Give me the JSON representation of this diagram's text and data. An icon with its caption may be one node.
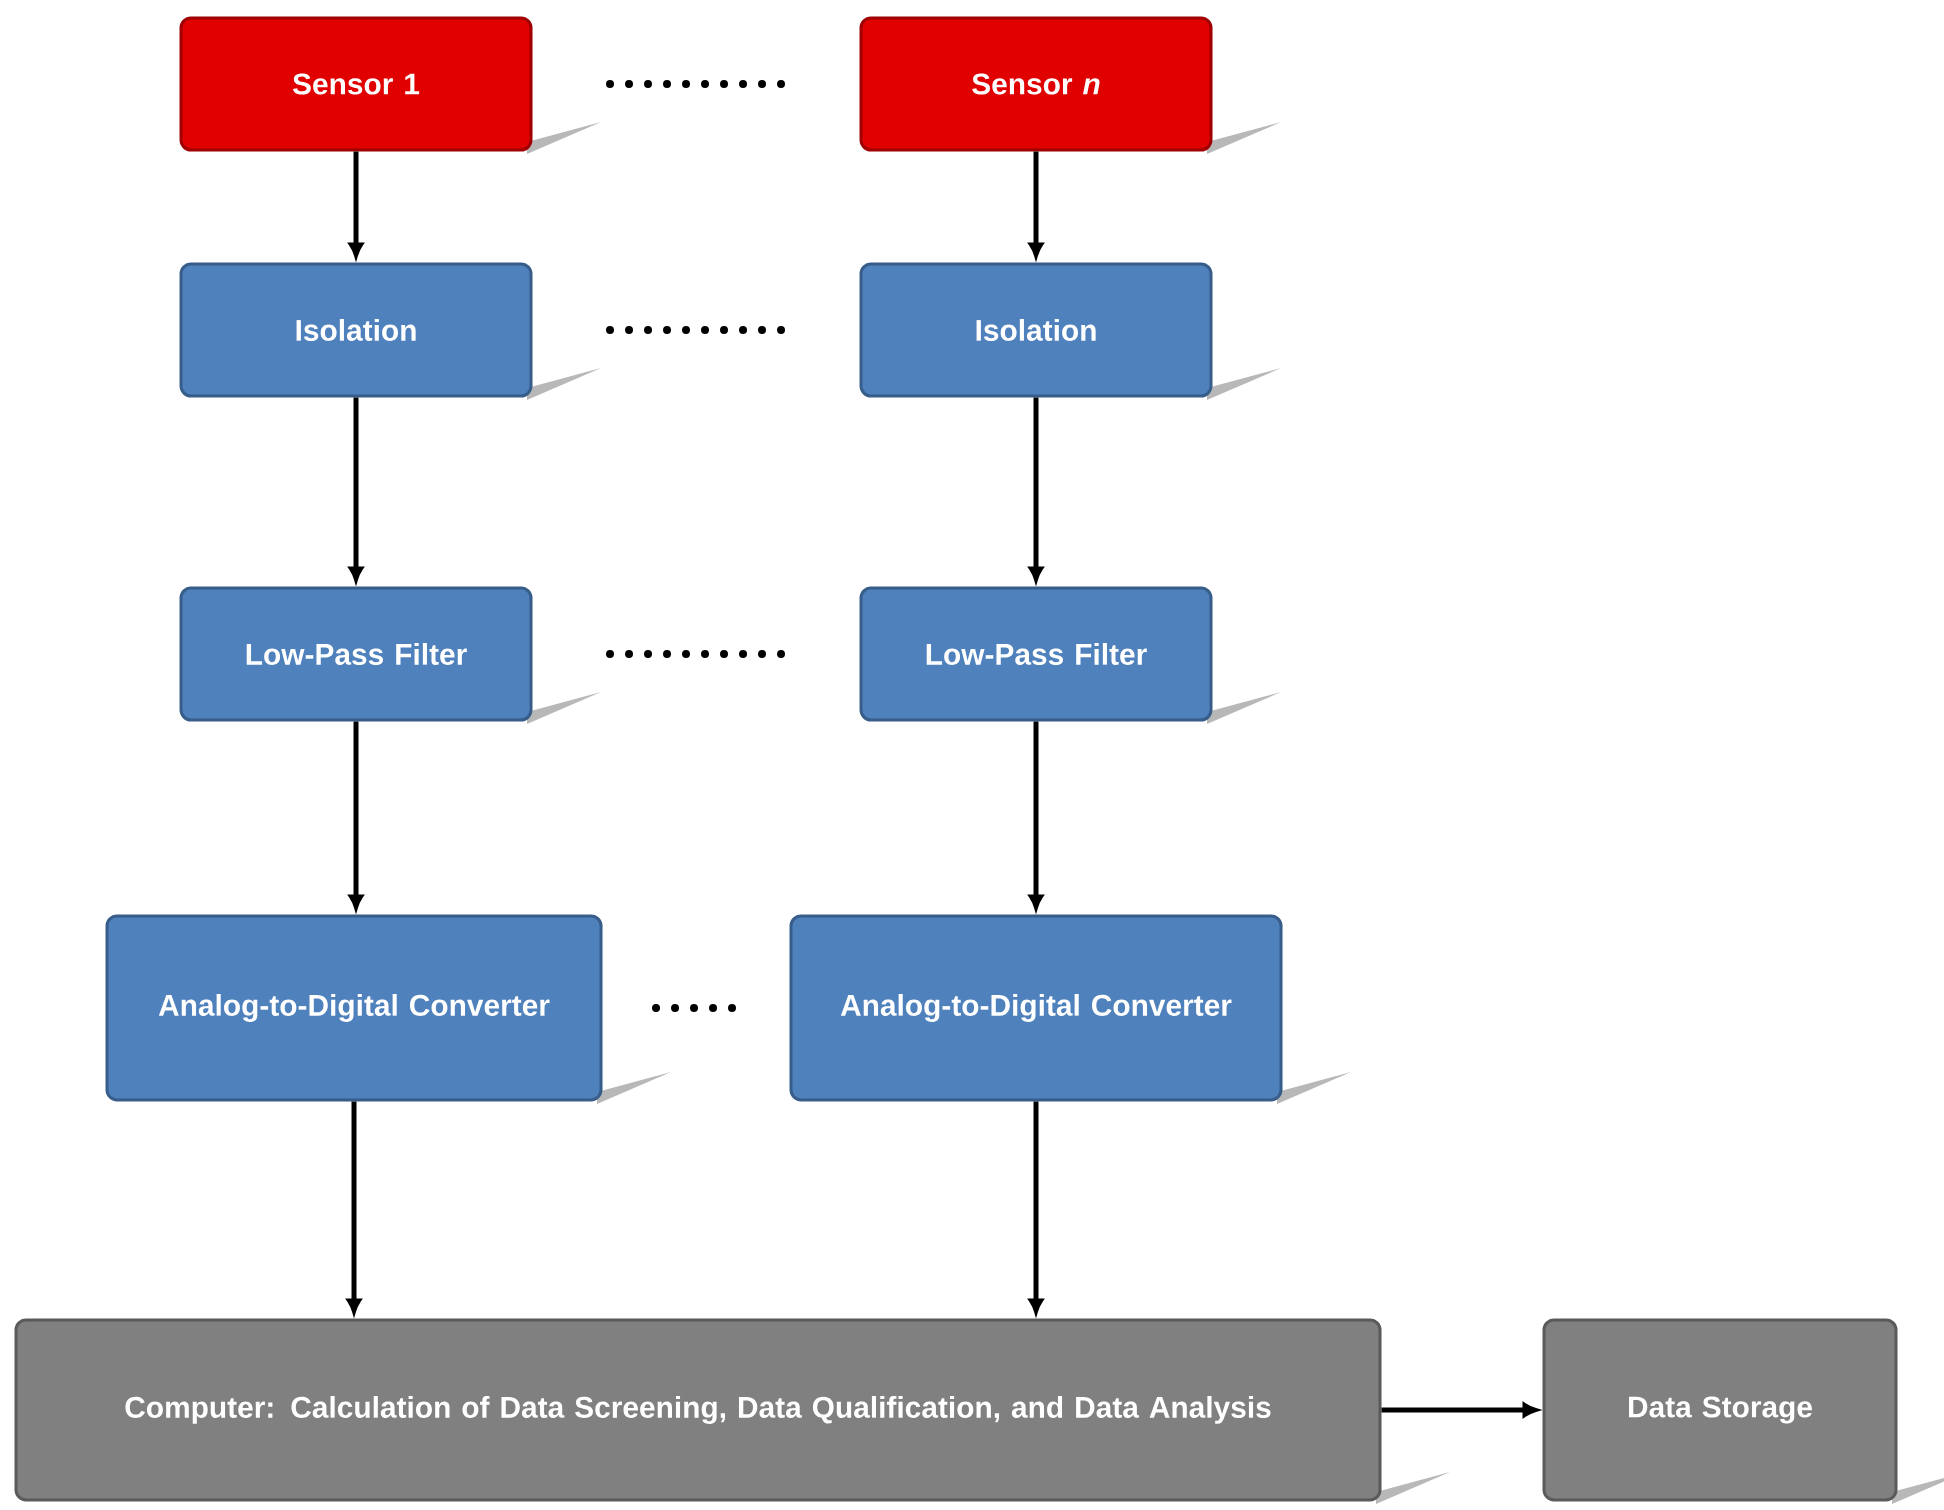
{
  "diagram": {
    "nodes": [
      {
        "text": [
          "Sensor 1"
        ]
      },
      {
        "text": [
          "Sensor *n*"
        ]
      },
      {
        "text": [
          "Isolation"
        ]
      },
      {
        "text": [
          "Isolation"
        ]
      },
      {
        "text": [
          "Low-Pass Filter"
        ]
      },
      {
        "text": [
          "Low-Pass Filter"
        ]
      },
      {
        "text": [
          "Analog-to-Digital Converter"
        ]
      },
      {
        "text": [
          "Analog-to-Digital Converter"
        ]
      },
      {
        "text": [
          "Computer:  Calculation of Data Screening, Data Qualification, and Data Analysis"
        ]
      },
      {
        "text": [
          "Data Storage"
        ]
      }
    ],
    "edges": [
      {
        "from": 0,
        "to": 2,
        "arrow": "to"
      },
      {
        "from": 1,
        "to": 3,
        "arrow": "to"
      },
      {
        "from": 2,
        "to": 4,
        "arrow": "to"
      },
      {
        "from": 3,
        "to": 5,
        "arrow": "to"
      },
      {
        "from": 4,
        "to": 6,
        "arrow": "to"
      },
      {
        "from": 5,
        "to": 7,
        "arrow": "to"
      },
      {
        "from": 6,
        "to": 8,
        "arrow": "to"
      },
      {
        "from": 7,
        "to": 8,
        "arrow": "to"
      },
      {
        "from": 8,
        "to": 9,
        "arrow": "to"
      }
    ]
  }
}
